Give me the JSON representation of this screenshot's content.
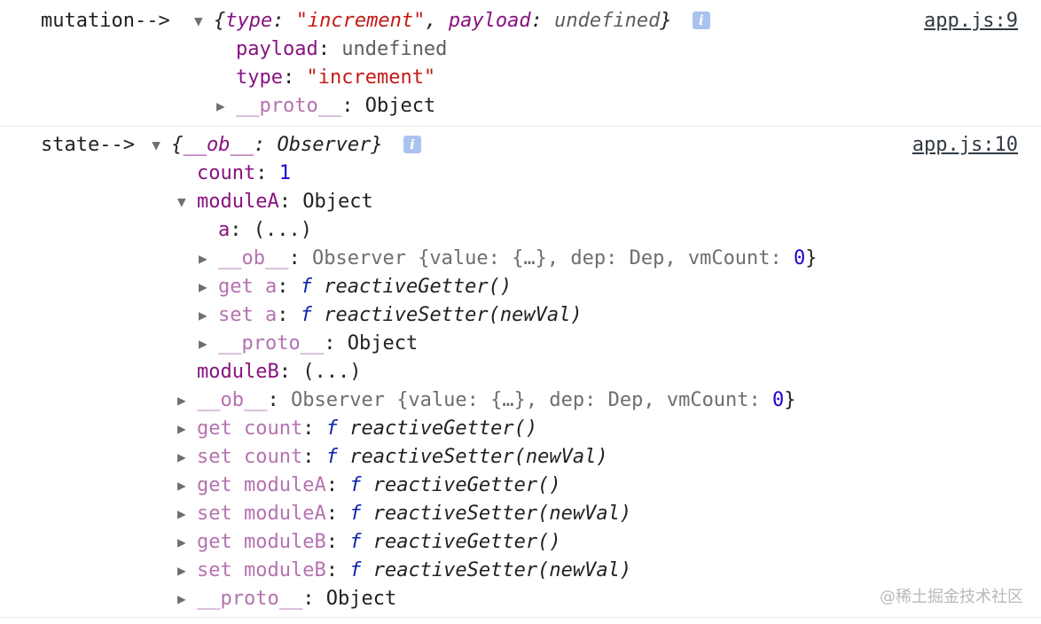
{
  "watermark": "@稀土掘金技术社区",
  "mutation_log": {
    "label": "mutation-->",
    "source_link": "app.js:9",
    "summary": {
      "open": "{",
      "type_key": "type",
      "type_value": "\"increment\"",
      "payload_key": "payload",
      "payload_value": "undefined",
      "close": "}"
    },
    "rows": [
      {
        "key": "payload",
        "value": "undefined"
      },
      {
        "key": "type",
        "value": "\"increment\""
      },
      {
        "key": "__proto__",
        "value": "Object"
      }
    ]
  },
  "state_log": {
    "label": "state-->",
    "source_link": "app.js:10",
    "summary": {
      "open": "{",
      "ob_key": "__ob__",
      "ob_value": "Observer",
      "close": "}"
    },
    "count": {
      "key": "count",
      "value": "1"
    },
    "moduleA": {
      "key": "moduleA",
      "value": "Object",
      "a_key": "a",
      "a_value": "(...)",
      "ob_key": "__ob__",
      "ob_value_prefix": "Observer {value: {…}, dep: Dep, vmCount: ",
      "ob_vmcount": "0",
      "ob_close": "}",
      "get_a_key": "get a",
      "get_a_value": "reactiveGetter()",
      "set_a_key": "set a",
      "set_a_value": "reactiveSetter(newVal)",
      "proto_key": "__proto__",
      "proto_value": "Object"
    },
    "moduleB": {
      "key": "moduleB",
      "value": "(...)"
    },
    "ob": {
      "key": "__ob__",
      "value_prefix": "Observer {value: {…}, dep: Dep, vmCount: ",
      "vmcount": "0",
      "close": "}"
    },
    "accessors": [
      {
        "key": "get count",
        "value": "reactiveGetter()"
      },
      {
        "key": "set count",
        "value": "reactiveSetter(newVal)"
      },
      {
        "key": "get moduleA",
        "value": "reactiveGetter()"
      },
      {
        "key": "set moduleA",
        "value": "reactiveSetter(newVal)"
      },
      {
        "key": "get moduleB",
        "value": "reactiveGetter()"
      },
      {
        "key": "set moduleB",
        "value": "reactiveSetter(newVal)"
      }
    ],
    "proto": {
      "key": "__proto__",
      "value": "Object"
    }
  },
  "glyphs": {
    "expanded": "▼",
    "collapsed": "▶",
    "function": "f",
    "info": "i",
    "colon": ": ",
    "comma": ", "
  }
}
